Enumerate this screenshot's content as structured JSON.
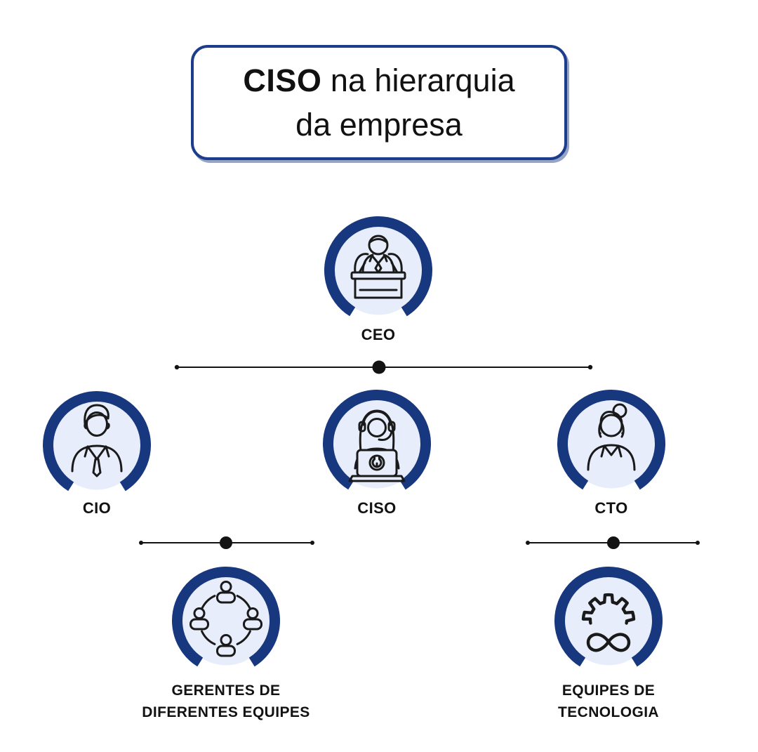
{
  "title": {
    "line1_bold": "CISO",
    "line1_rest": " na hierarquia",
    "line2": "da empresa"
  },
  "nodes": {
    "ceo": {
      "label": "CEO",
      "icon": "ceo-person-at-desk-icon"
    },
    "cio": {
      "label": "CIO",
      "icon": "cio-businessman-icon"
    },
    "ciso": {
      "label": "CISO",
      "icon": "ciso-support-agent-laptop-icon"
    },
    "cto": {
      "label": "CTO",
      "icon": "cto-woman-icon"
    },
    "gerentes": {
      "label_line1": "GERENTES DE",
      "label_line2": "DIFERENTES EQUIPES",
      "icon": "team-network-icon"
    },
    "equipes": {
      "label_line1": "EQUIPES DE",
      "label_line2": "TECNOLOGIA",
      "icon": "devops-gear-infinity-icon"
    }
  },
  "colors": {
    "ring_navy": "#17377f",
    "inner_light": "#e8edfb",
    "icon_stroke": "#1a1a1a",
    "connector_black": "#131313",
    "title_border_navy": "#1c3c8c",
    "background": "#ffffff"
  }
}
